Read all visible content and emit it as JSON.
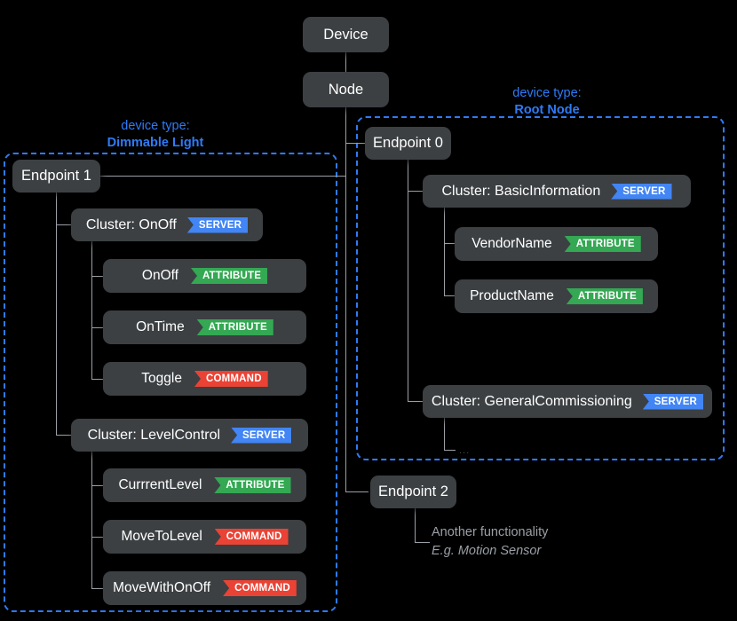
{
  "diagram": {
    "title_nodes": {
      "device": "Device",
      "node": "Node"
    },
    "badge_labels": {
      "server": "SERVER",
      "attribute": "ATTRIBUTE",
      "command": "COMMAND"
    },
    "colors": {
      "background": "#000000",
      "node_fill": "#3c4043",
      "connector": "#9aa0a6",
      "group_border": "#2f7bf6",
      "device_type_text": "#2f7bf6",
      "server_badge": "#4285f4",
      "attribute_badge": "#34a853",
      "command_badge": "#ea4335",
      "note_text": "#9aa0a6"
    },
    "groups": [
      {
        "kind": "device type:",
        "name": "Dimmable Light"
      },
      {
        "kind": "device type:",
        "name": "Root Node"
      }
    ],
    "endpoints": [
      {
        "name": "Endpoint 1",
        "clusters": [
          {
            "name": "Cluster: OnOff",
            "badge": "SERVER",
            "children": [
              {
                "name": "OnOff",
                "badge": "ATTRIBUTE"
              },
              {
                "name": "OnTime",
                "badge": "ATTRIBUTE"
              },
              {
                "name": "Toggle",
                "badge": "COMMAND"
              }
            ]
          },
          {
            "name": "Cluster: LevelControl",
            "badge": "SERVER",
            "children": [
              {
                "name": "CurrrentLevel",
                "badge": "ATTRIBUTE"
              },
              {
                "name": "MoveToLevel",
                "badge": "COMMAND"
              },
              {
                "name": "MoveWithOnOff",
                "badge": "COMMAND"
              }
            ]
          }
        ]
      },
      {
        "name": "Endpoint 0",
        "clusters": [
          {
            "name": "Cluster: BasicInformation",
            "badge": "SERVER",
            "children": [
              {
                "name": "VendorName",
                "badge": "ATTRIBUTE"
              },
              {
                "name": "ProductName",
                "badge": "ATTRIBUTE"
              }
            ]
          },
          {
            "name": "Cluster: GeneralCommissioning",
            "badge": "SERVER",
            "children": [
              {
                "name": "...",
                "badge": ""
              }
            ]
          }
        ]
      },
      {
        "name": "Endpoint 2",
        "note_line1": "Another functionality",
        "note_line2": "E.g. Motion Sensor"
      }
    ]
  }
}
